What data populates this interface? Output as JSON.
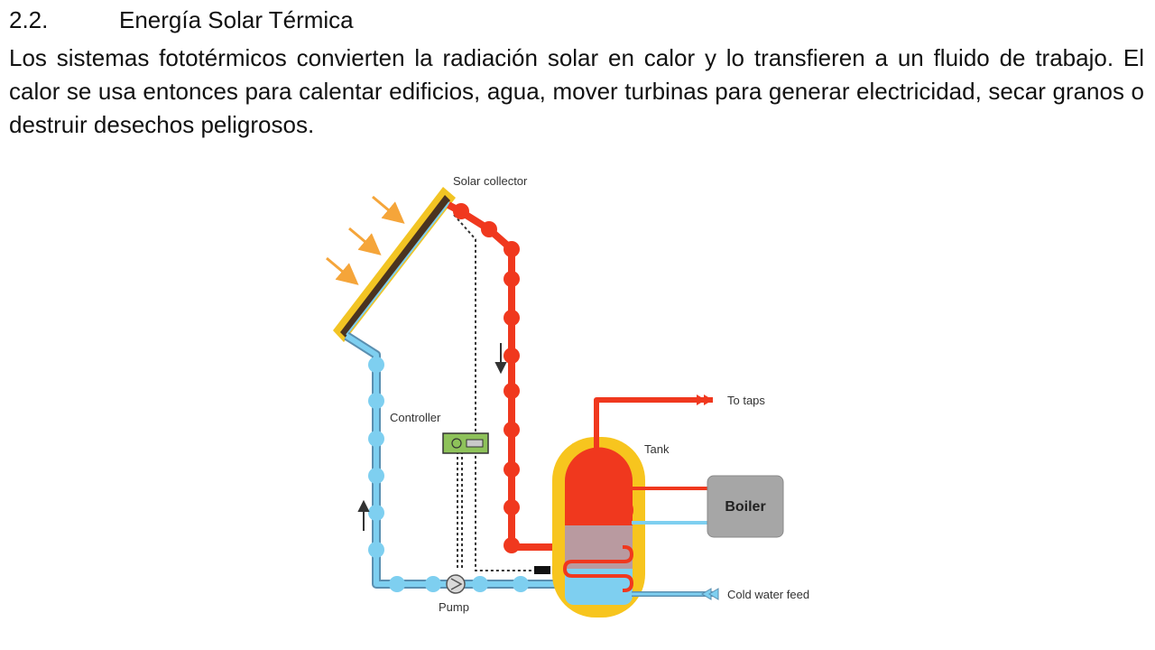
{
  "section": {
    "number": "2.2.",
    "title": "Energía Solar Térmica",
    "paragraph": "Los sistemas fototérmicos convierten la radiación solar en calor y lo transfieren a un fluido de trabajo. El calor se usa entonces para calentar edificios, agua, mover turbinas para generar electricidad, secar granos o destruir desechos peligrosos."
  },
  "diagram": {
    "labels": {
      "solar_collector": "Solar collector",
      "controller": "Controller",
      "to_taps": "To taps",
      "tank": "Tank",
      "boiler": "Boiler",
      "cold_water_feed": "Cold water feed",
      "pump": "Pump"
    },
    "colors": {
      "hot_pipe": "#f0381e",
      "cold_pipe": "#7ecff0",
      "cold_pipe_outline": "#5a8fb0",
      "tank_outer": "#f7c51e",
      "boiler": "#a6a6a6",
      "controller": "#8ec25a",
      "sun_arrows": "#f5a53a",
      "collector_frame": "#f2c423"
    }
  }
}
